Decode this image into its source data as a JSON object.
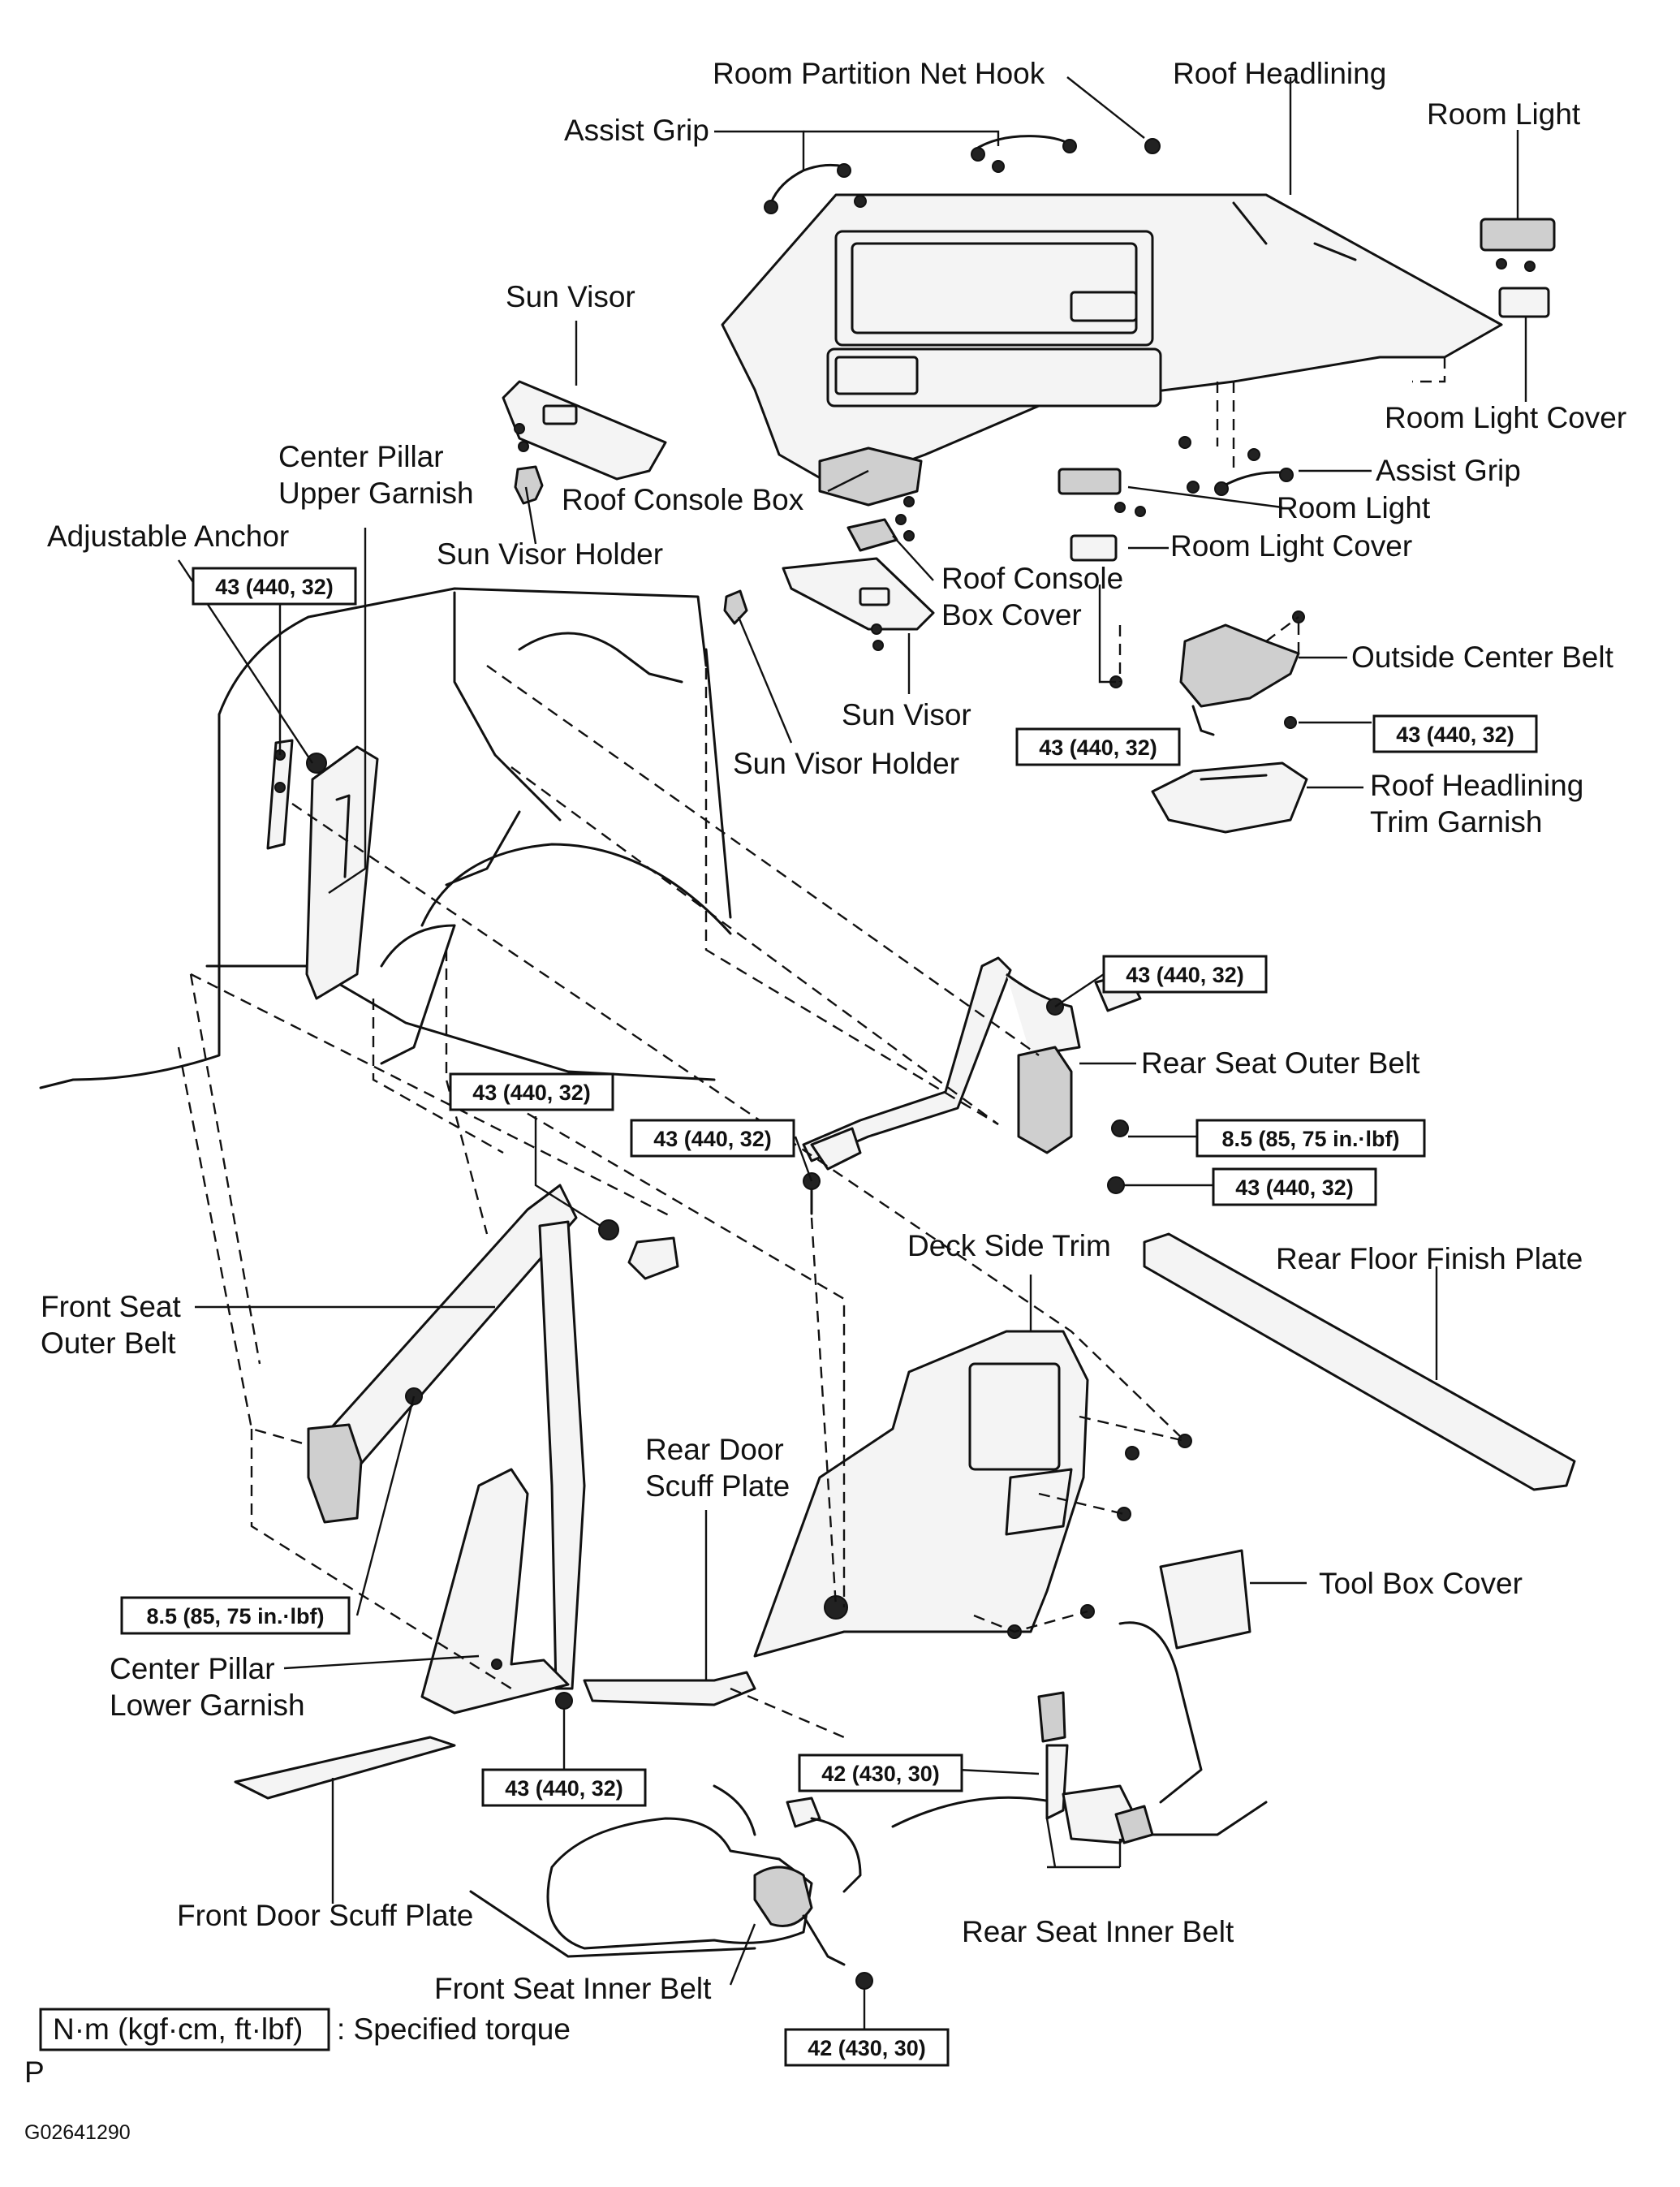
{
  "labels": {
    "room_partition_net_hook": "Room Partition Net Hook",
    "roof_headlining": "Roof Headlining",
    "room_light_top": "Room Light",
    "assist_grip_top": "Assist Grip",
    "sun_visor_top": "Sun Visor",
    "center_pillar_upper_1": "Center Pillar",
    "center_pillar_upper_2": "Upper Garnish",
    "roof_console_box": "Roof Console Box",
    "room_light_cover_top": "Room Light Cover",
    "assist_grip_right": "Assist Grip",
    "room_light_mid": "Room Light",
    "adjustable_anchor": "Adjustable Anchor",
    "sun_visor_holder_left": "Sun Visor Holder",
    "room_light_cover_mid": "Room Light Cover",
    "roof_console_box_cover_1": "Roof Console",
    "roof_console_box_cover_2": "Box Cover",
    "outside_center_belt": "Outside Center Belt",
    "sun_visor_right": "Sun Visor",
    "sun_visor_holder_right": "Sun Visor Holder",
    "roof_headlining_trim_1": "Roof Headlining",
    "roof_headlining_trim_2": "Trim Garnish",
    "rear_seat_outer_belt": "Rear Seat Outer Belt",
    "deck_side_trim": "Deck Side Trim",
    "rear_floor_finish_plate": "Rear Floor Finish Plate",
    "front_seat_outer_1": "Front Seat",
    "front_seat_outer_2": "Outer Belt",
    "rear_door_scuff_1": "Rear Door",
    "rear_door_scuff_2": "Scuff Plate",
    "tool_box_cover": "Tool Box Cover",
    "center_pillar_lower_1": "Center Pillar",
    "center_pillar_lower_2": "Lower Garnish",
    "front_door_scuff": "Front Door Scuff Plate",
    "rear_seat_inner_belt": "Rear Seat Inner Belt",
    "front_seat_inner_belt": "Front Seat Inner Belt"
  },
  "torques": {
    "t1": "43 (440, 32)",
    "t2": "43 (440, 32)",
    "t3": "43 (440, 32)",
    "t4": "43 (440, 32)",
    "t5": "43 (440, 32)",
    "t6": "43 (440, 32)",
    "t7": "43 (440, 32)",
    "t8": "8.5 (85, 75 in.·lbf)",
    "t9": "8.5 (85, 75 in.·lbf)",
    "t10": "43 (440, 32)",
    "t11": "42 (430, 30)",
    "t12": "42 (430, 30)"
  },
  "legend": {
    "unit": "N·m (kgf·cm, ft·lbf)",
    "text": ": Specified torque"
  },
  "footer": {
    "mark": "P",
    "code": "G02641290"
  }
}
